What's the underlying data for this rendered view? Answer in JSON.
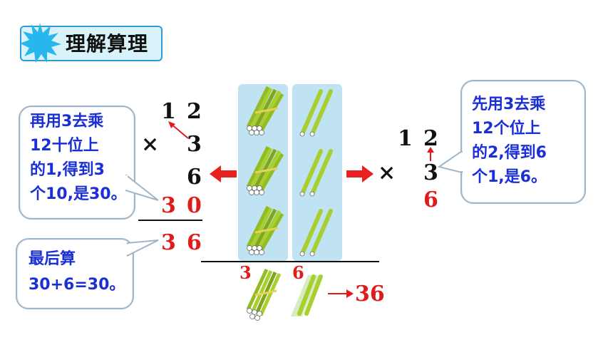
{
  "title": "理解算理",
  "bubbles": {
    "left_top": "再用3去乘\n12十位上\n的1,得到3\n个10,是30。",
    "left_bottom": "最后算\n30+6=30。",
    "right": "先用3去乘\n12个位上\n的2,得到6\n个1,是6。"
  },
  "left_calc": {
    "d1": "1",
    "d2": "2",
    "times": "×",
    "m": "3",
    "p1": "6",
    "p2a": "3",
    "p2b": "0",
    "r1": "3",
    "r2": "6"
  },
  "right_calc": {
    "d1": "1",
    "d2": "2",
    "times": "×",
    "m": "3",
    "p": "6"
  },
  "bottom": {
    "tens": "3",
    "ones": "6",
    "result": "36"
  },
  "colors": {
    "blue_text": "#1a2fd6",
    "red": "#e01b1b",
    "panel": "#bfe3f3",
    "stick": "#a8cf2e"
  }
}
